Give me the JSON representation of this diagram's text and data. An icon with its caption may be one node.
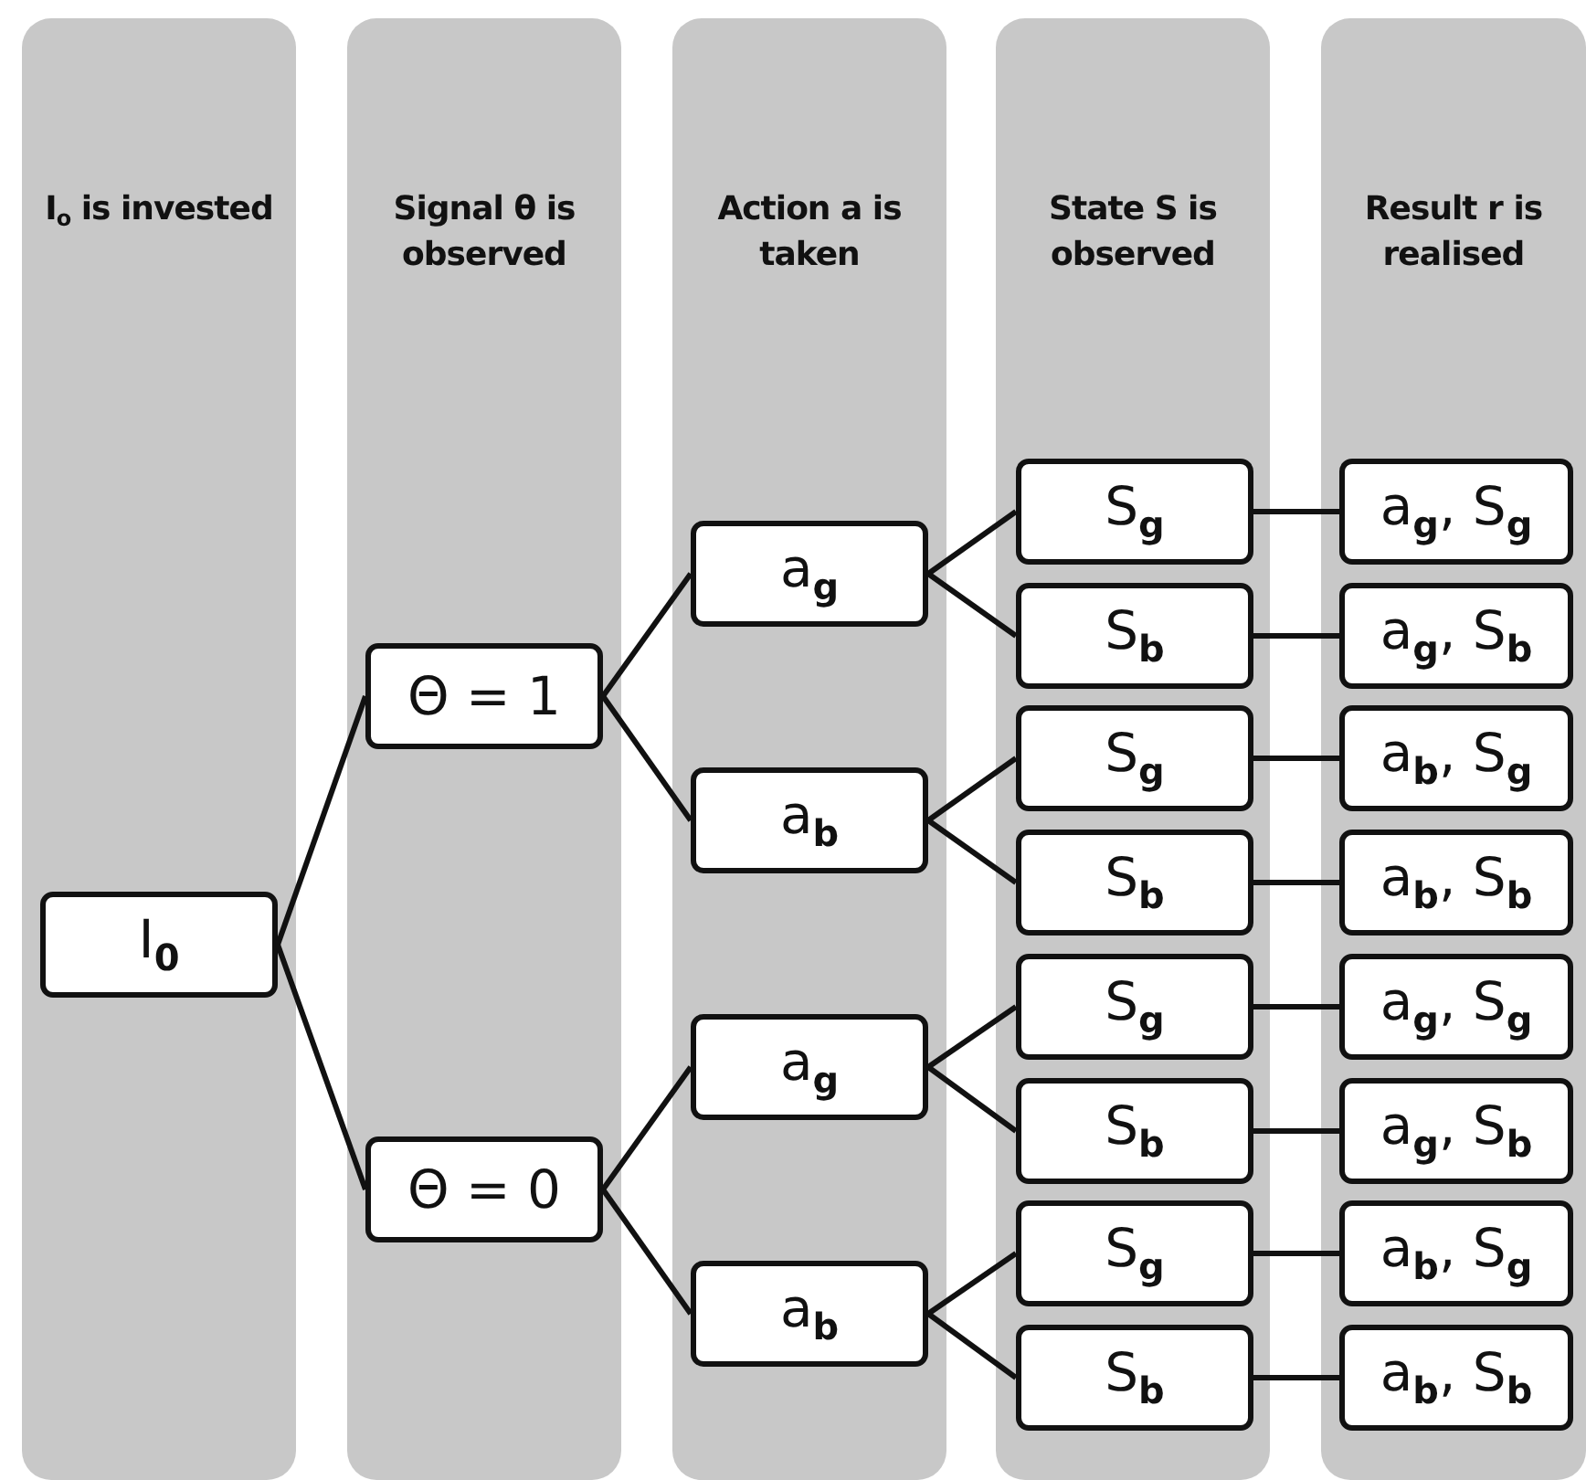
{
  "diagram": {
    "nodes": [
      {
        "text": [
          "I$_{o}$ is invested"
        ]
      },
      {
        "text": [
          "Signal θ is observed"
        ]
      },
      {
        "text": [
          "Action a is taken"
        ]
      },
      {
        "text": [
          "State S is observed"
        ]
      },
      {
        "text": [
          "Result r is realised"
        ]
      },
      {
        "text": [
          "I$_{0}$"
        ],
        "in": 0
      },
      {
        "text": [
          "Θ = 1"
        ],
        "in": 1
      },
      {
        "text": [
          "Θ = 0"
        ],
        "in": 1
      },
      {
        "text": [
          "a$_{g}$"
        ],
        "in": 2
      },
      {
        "text": [
          "a$_{b}$"
        ],
        "in": 2
      },
      {
        "text": [
          "a$_{g}$"
        ],
        "in": 2
      },
      {
        "text": [
          "a$_{b}$"
        ],
        "in": 2
      },
      {
        "text": [
          "S$_{g}$"
        ],
        "in": 3
      },
      {
        "text": [
          "S$_{b}$"
        ],
        "in": 3
      },
      {
        "text": [
          "S$_{g}$"
        ],
        "in": 3
      },
      {
        "text": [
          "S$_{b}$"
        ],
        "in": 3
      },
      {
        "text": [
          "S$_{g}$"
        ],
        "in": 3
      },
      {
        "text": [
          "S$_{b}$"
        ],
        "in": 3
      },
      {
        "text": [
          "S$_{g}$"
        ],
        "in": 3
      },
      {
        "text": [
          "S$_{b}$"
        ],
        "in": 3
      },
      {
        "text": [
          "a$_{g}$, S$_{g}$"
        ],
        "in": 4
      },
      {
        "text": [
          "a$_{g}$, S$_{b}$"
        ],
        "in": 4
      },
      {
        "text": [
          "a$_{b}$, S$_{g}$"
        ],
        "in": 4
      },
      {
        "text": [
          "a$_{b}$, S$_{b}$"
        ],
        "in": 4
      },
      {
        "text": [
          "a$_{g}$, S$_{g}$"
        ],
        "in": 4
      },
      {
        "text": [
          "a$_{g}$, S$_{b}$"
        ],
        "in": 4
      },
      {
        "text": [
          "a$_{b}$, S$_{g}$"
        ],
        "in": 4
      },
      {
        "text": [
          "a$_{b}$, S$_{b}$"
        ],
        "in": 4
      }
    ],
    "edges": [
      {
        "from": 5,
        "to": 6,
        "arrow": "none"
      },
      {
        "from": 5,
        "to": 7,
        "arrow": "none"
      },
      {
        "from": 6,
        "to": 8,
        "arrow": "none"
      },
      {
        "from": 6,
        "to": 9,
        "arrow": "none"
      },
      {
        "from": 7,
        "to": 10,
        "arrow": "none"
      },
      {
        "from": 7,
        "to": 11,
        "arrow": "none"
      },
      {
        "from": 8,
        "to": 12,
        "arrow": "none"
      },
      {
        "from": 8,
        "to": 13,
        "arrow": "none"
      },
      {
        "from": 9,
        "to": 14,
        "arrow": "none"
      },
      {
        "from": 9,
        "to": 15,
        "arrow": "none"
      },
      {
        "from": 10,
        "to": 16,
        "arrow": "none"
      },
      {
        "from": 10,
        "to": 17,
        "arrow": "none"
      },
      {
        "from": 11,
        "to": 18,
        "arrow": "none"
      },
      {
        "from": 11,
        "to": 19,
        "arrow": "none"
      },
      {
        "from": 12,
        "to": 20,
        "arrow": "none"
      },
      {
        "from": 13,
        "to": 21,
        "arrow": "none"
      },
      {
        "from": 14,
        "to": 22,
        "arrow": "none"
      },
      {
        "from": 15,
        "to": 23,
        "arrow": "none"
      },
      {
        "from": 16,
        "to": 24,
        "arrow": "none"
      },
      {
        "from": 17,
        "to": 25,
        "arrow": "none"
      },
      {
        "from": 18,
        "to": 26,
        "arrow": "none"
      },
      {
        "from": 19,
        "to": 27,
        "arrow": "none"
      }
    ]
  }
}
